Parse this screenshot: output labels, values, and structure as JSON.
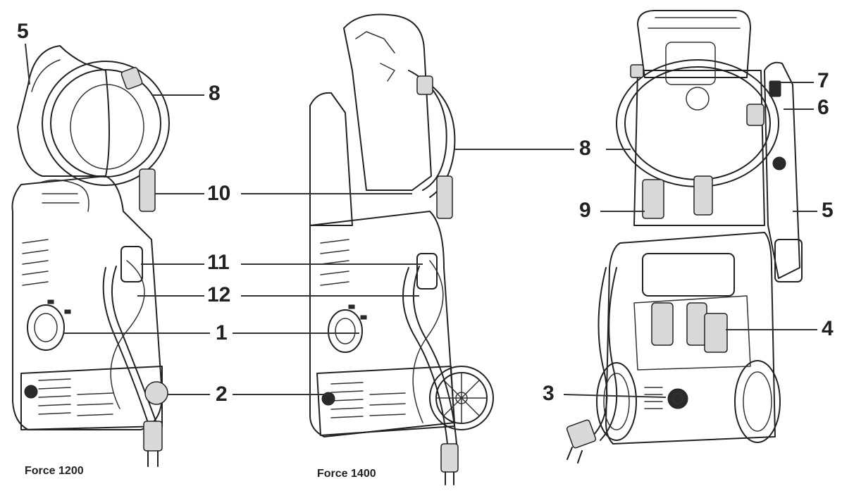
{
  "figure": {
    "models": [
      {
        "name": "Force 1200"
      },
      {
        "name": "Force 1400"
      }
    ],
    "callouts": {
      "left_5": "5",
      "left_8": "8",
      "mid_10": "10",
      "mid_11": "11",
      "mid_12": "12",
      "mid_1": "1",
      "mid_2": "2",
      "right_7": "7",
      "right_6": "6",
      "right_8": "8",
      "right_9": "9",
      "right_5": "5",
      "right_4": "4",
      "right_3": "3"
    }
  }
}
